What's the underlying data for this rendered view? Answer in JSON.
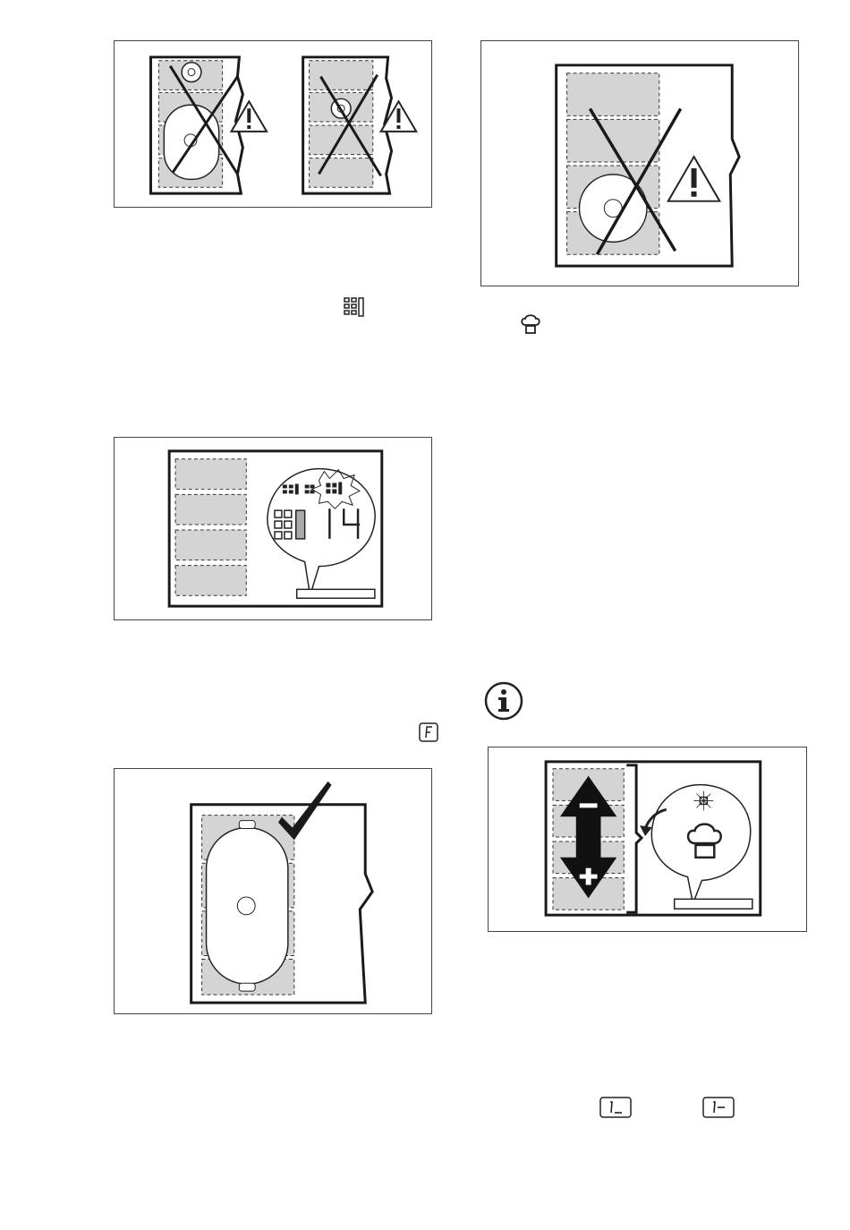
{
  "page": {
    "background": "#ffffff",
    "zone_gray": "#d4d4d4",
    "line_color": "#1a1a1a"
  },
  "figures": {
    "wrong_placement_double": {
      "icon": "warning-icon"
    },
    "wrong_placement_single": {
      "icon": "warning-icon"
    },
    "display_zone": {
      "readout": "14"
    },
    "correct_placement": {
      "icon": "checkmark-icon"
    },
    "power_adjust": {
      "minus_symbol": "–",
      "plus_symbol": "+"
    }
  },
  "inline_icons": {
    "bridge_symbol": "bridge-zone-icon",
    "chef_hat_symbol": "chef-hat-icon",
    "f_symbol": "F",
    "info_symbol": "i",
    "level_low": "1_",
    "level_high": "1-"
  }
}
